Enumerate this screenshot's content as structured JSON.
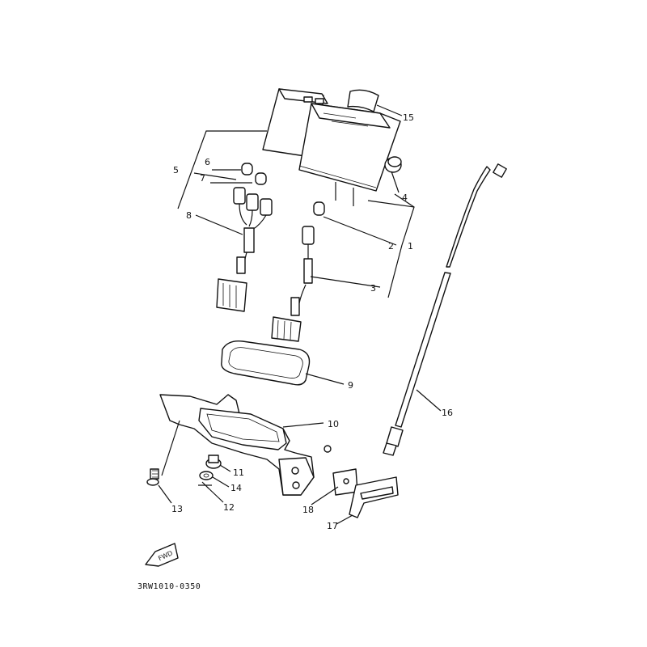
{
  "diagram_code": "3RW1010-0350",
  "fwd_label": "FWD",
  "callouts": {
    "c1": "1",
    "c2": "2",
    "c3": "3",
    "c4": "4",
    "c5": "5",
    "c6": "6",
    "c7": "7",
    "c8": "8",
    "c9": "9",
    "c10": "10",
    "c11": "11",
    "c12": "12",
    "c13": "13",
    "c14": "14",
    "c15": "15",
    "c16": "16",
    "c17": "17",
    "c18": "18"
  }
}
